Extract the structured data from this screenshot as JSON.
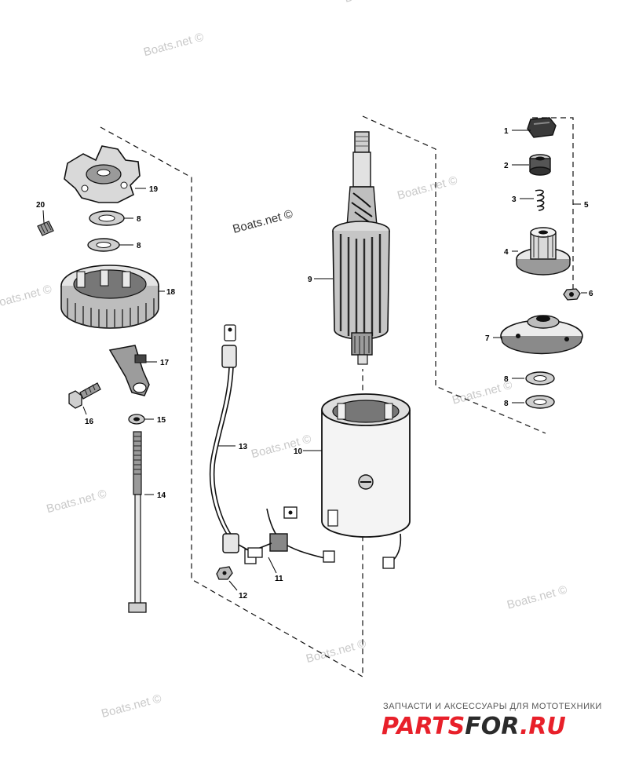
{
  "watermark": {
    "text": "Boats.net ©"
  },
  "callouts": {
    "p1": "1",
    "p2": "2",
    "p3": "3",
    "p4": "4",
    "p5": "5",
    "p6": "6",
    "p7": "7",
    "p8a": "8",
    "p8b": "8",
    "p8c": "8",
    "p8d": "8",
    "p9": "9",
    "p10": "10",
    "p11": "11",
    "p12": "12",
    "p13": "13",
    "p14": "14",
    "p15": "15",
    "p16": "16",
    "p17": "17",
    "p18": "18",
    "p19": "19",
    "p20": "20"
  },
  "brand": {
    "tagline": "ЗАПЧАСТИ И АКСЕССУАРЫ ДЛЯ МОТОТЕХНИКИ",
    "name_part1": "PARTS",
    "name_part2": "FOR",
    "name_part3": ".RU",
    "color_red": "#e8202a",
    "color_dark": "#2b2b2b"
  },
  "icons": [
    "hex-nut-icon",
    "spacer-icon",
    "spring-icon",
    "drive-pinion-icon",
    "lock-nut-icon",
    "end-cap-icon",
    "washer-icon",
    "armature-icon",
    "frame-icon",
    "brush-icon",
    "lead-wire-icon",
    "through-bolt-icon",
    "bracket-icon",
    "bolt-icon",
    "brush-plate-icon",
    "set-screw-icon",
    "magnet-housing-icon"
  ]
}
